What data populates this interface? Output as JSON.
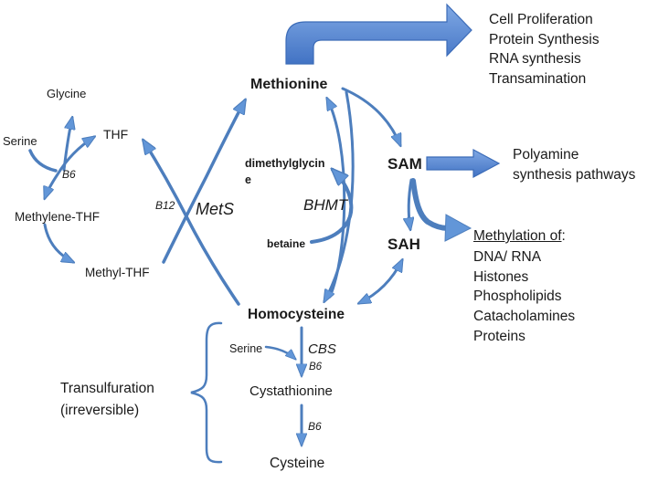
{
  "diagram": {
    "title_hint": "Methionine cycle / folate cycle / transsulfuration pathway",
    "colors": {
      "arrow": "#4d7ebd",
      "arrow_fill": "#6296d8",
      "block_light": "#7fa8e4",
      "block_dark": "#4273c4",
      "block_stroke": "#3c6cb8",
      "text": "#1a1a1a",
      "background": "#ffffff"
    },
    "nodes": {
      "glycine": "Glycine",
      "serine_top": "Serine",
      "thf": "THF",
      "methylene_thf": "Methylene-THF",
      "methyl_thf": "Methyl-THF",
      "methionine": "Methionine",
      "dimethylglycine_line1": "dimethylglycin",
      "dimethylglycine_line2": "e",
      "betaine": "betaine",
      "sam": "SAM",
      "sah": "SAH",
      "homocysteine": "Homocysteine",
      "serine_lower": "Serine",
      "cystathionine": "Cystathionine",
      "cysteine": "Cysteine"
    },
    "enzymes": {
      "mets": "MetS",
      "bhmt": "BHMT",
      "cbs": "CBS"
    },
    "cofactors": {
      "b6_folate": "B6",
      "b12": "B12",
      "b6_cbs": "B6",
      "b6_lower": "B6"
    },
    "outputs": {
      "proliferation_list": [
        "Cell Proliferation",
        "Protein Synthesis",
        "RNA synthesis",
        "Transamination"
      ],
      "polyamine_line1": "Polyamine",
      "polyamine_line2": "synthesis pathways",
      "methylation_title": "Methylation of",
      "methylation_colon": ":",
      "methylation_list": [
        "DNA/ RNA",
        "Histones",
        "Phospholipids",
        "Catacholamines",
        "Proteins"
      ]
    },
    "annotations": {
      "transsulfuration_line1": "Transulfuration",
      "transsulfuration_line2": "(irreversible)"
    }
  }
}
